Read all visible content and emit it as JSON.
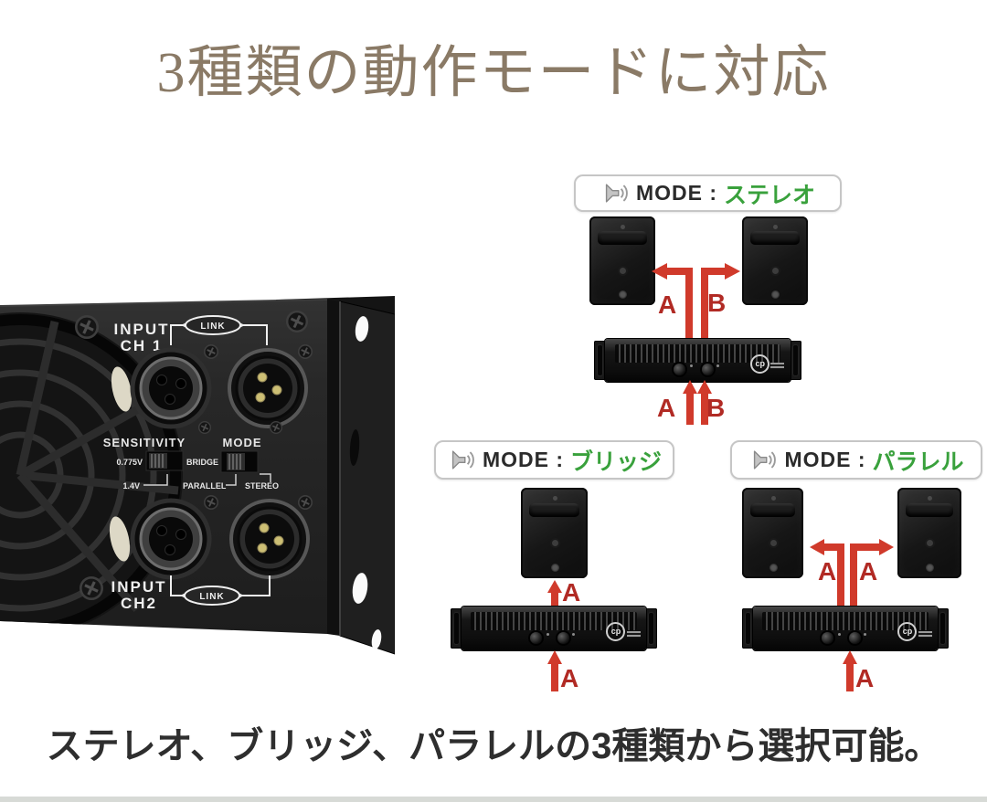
{
  "title": "3種類の動作モードに対応",
  "caption": "ステレオ、ブリッジ、パラレルの3種類から選択可能。",
  "colors": {
    "title_brown": "#8a7a66",
    "mode_green": "#39a13c",
    "arrow_red": "#d03a2b",
    "letter_red": "#b12a24",
    "caption_dark": "#2e2e2e",
    "bottom_bar_gray": "#d7dad6"
  },
  "modes": [
    {
      "prefix": "MODE :",
      "name": "ステレオ",
      "top_labels": [
        "A",
        "B"
      ],
      "bottom_labels": [
        "A",
        "B"
      ]
    },
    {
      "prefix": "MODE :",
      "name": "ブリッジ",
      "top_labels": [
        "A"
      ],
      "bottom_labels": [
        "A"
      ]
    },
    {
      "prefix": "MODE :",
      "name": "パラレル",
      "top_labels": [
        "A",
        "A"
      ],
      "bottom_labels": [
        "A"
      ]
    }
  ],
  "amp": {
    "logo": "cp"
  },
  "rear_panel": {
    "input_ch1": [
      "INPUT",
      "CH 1"
    ],
    "link_ch1": "LINK",
    "sensitivity": "SENSITIVITY",
    "sensitivity_high": "0.775V",
    "sensitivity_low": "1.4V",
    "mode": "MODE",
    "mode_bridge": "BRIDGE",
    "mode_parallel": "PARALLEL",
    "mode_stereo": "STEREO",
    "input_ch2": [
      "INPUT",
      "CH2"
    ],
    "link_ch2": "LINK"
  }
}
